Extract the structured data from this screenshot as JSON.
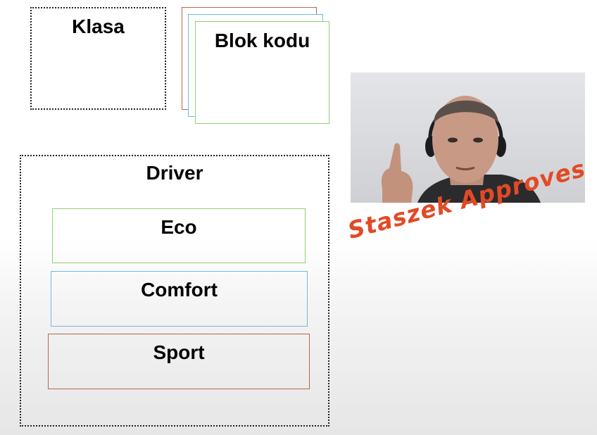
{
  "legend": {
    "class_label": "Klasa",
    "code_block_label": "Blok kodu"
  },
  "diagram": {
    "container_label": "Driver",
    "modes": [
      {
        "label": "Eco",
        "color": "#8fd173"
      },
      {
        "label": "Comfort",
        "color": "#6fb9e4"
      },
      {
        "label": "Sport",
        "color": "#b5664c"
      }
    ]
  },
  "overlay": {
    "stamp_text": "Staszek Approves",
    "stamp_color": "#e24a25",
    "webcam": "presenter-webcam"
  }
}
